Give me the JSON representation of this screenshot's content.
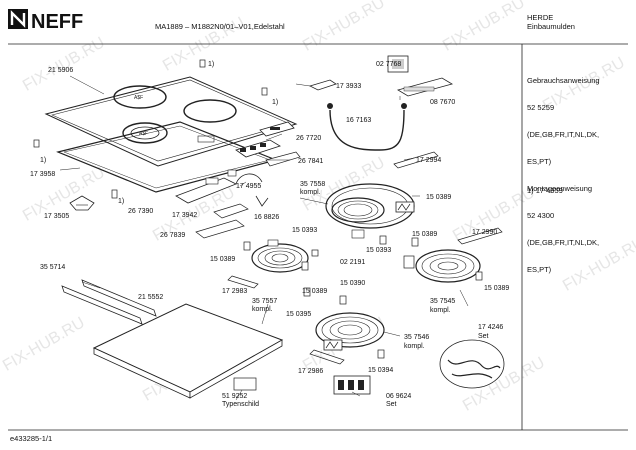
{
  "header": {
    "brand": "NEFF",
    "model": "MA1889 – M1882N0/01–V01,Edelstahl",
    "right_line1": "HERDE",
    "right_line2": "Einbaumulden"
  },
  "side_panel": {
    "lines": [
      "Gebrauchsanweisung",
      "52 5259",
      "(DE,GB,FR,IT,NL,DK,",
      "ES,PT)",
      "Montageanweisung",
      "52 4300",
      "(DE,GB,FR,IT,NL,DK,",
      "ES,PT)"
    ],
    "footnote": "1) 17 4959"
  },
  "footer": {
    "doc_id": "e433285-1/1"
  },
  "watermark": "FIX-HUB.RU",
  "parts": [
    {
      "id": "p215906",
      "text": "21 5906"
    },
    {
      "id": "p173933",
      "text": "17 3933"
    },
    {
      "id": "p027768",
      "text": "02 7768"
    },
    {
      "id": "p087670",
      "text": "08 7670"
    },
    {
      "id": "p167163",
      "text": "16 7163"
    },
    {
      "id": "p267720",
      "text": "26 7720"
    },
    {
      "id": "p267841",
      "text": "26 7841"
    },
    {
      "id": "p172994",
      "text": "17 2994"
    },
    {
      "id": "p173958",
      "text": "17 3958"
    },
    {
      "id": "p174955",
      "text": "17 4955"
    },
    {
      "id": "p357558",
      "text": "35 7558"
    },
    {
      "id": "p357558k",
      "text": "kompl."
    },
    {
      "id": "p150389a",
      "text": "15 0389"
    },
    {
      "id": "p173505",
      "text": "17 3505"
    },
    {
      "id": "p267390",
      "text": "26 7390"
    },
    {
      "id": "p173942",
      "text": "17 3942"
    },
    {
      "id": "p168826",
      "text": "16 8826"
    },
    {
      "id": "p150393a",
      "text": "15 0393"
    },
    {
      "id": "p150393b",
      "text": "15 0393"
    },
    {
      "id": "p150389b",
      "text": "15 0389"
    },
    {
      "id": "p172990",
      "text": "17 2990"
    },
    {
      "id": "p267839",
      "text": "26 7839"
    },
    {
      "id": "p150389c",
      "text": "15 0389"
    },
    {
      "id": "p022191",
      "text": "02 2191"
    },
    {
      "id": "p355714",
      "text": "35 5714"
    },
    {
      "id": "p172983",
      "text": "17 2983"
    },
    {
      "id": "p150390",
      "text": "15 0390"
    },
    {
      "id": "p150389d",
      "text": "15 0389"
    },
    {
      "id": "p150389e",
      "text": "15 0389"
    },
    {
      "id": "p215552",
      "text": "21 5552"
    },
    {
      "id": "p357557",
      "text": "35 7557"
    },
    {
      "id": "p357557k",
      "text": "kompl."
    },
    {
      "id": "p150395",
      "text": "15 0395"
    },
    {
      "id": "p357545",
      "text": "35 7545"
    },
    {
      "id": "p357545k",
      "text": "kompl."
    },
    {
      "id": "p357546",
      "text": "35 7546"
    },
    {
      "id": "p357546k",
      "text": "kompl."
    },
    {
      "id": "p174246",
      "text": "17 4246"
    },
    {
      "id": "p174246s",
      "text": "Set"
    },
    {
      "id": "p172986",
      "text": "17 2986"
    },
    {
      "id": "p150394",
      "text": "15 0394"
    },
    {
      "id": "p519252",
      "text": "51 9252"
    },
    {
      "id": "ptypenschild",
      "text": "Typenschild"
    },
    {
      "id": "p069624",
      "text": "06 9624"
    },
    {
      "id": "p069624s",
      "text": "Set"
    }
  ],
  "footnote_marks": [
    "1)",
    "1)",
    "1)",
    "1)"
  ]
}
